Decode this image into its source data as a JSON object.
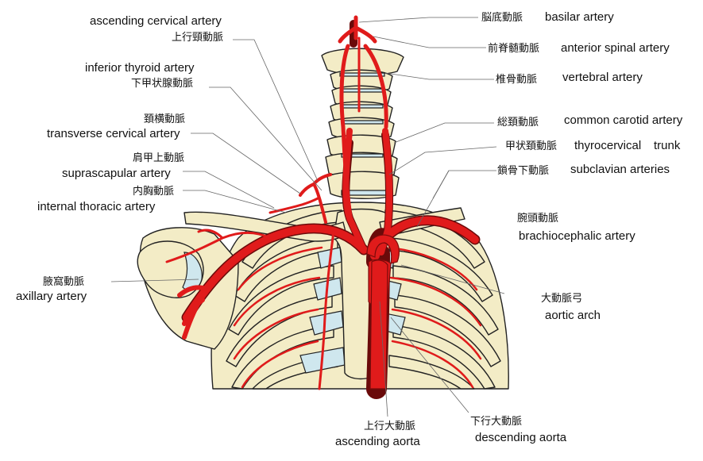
{
  "diagram": {
    "colors": {
      "artery": "#e01b1b",
      "artery_outline": "#6a0a0a",
      "bone": "#f3ecc6",
      "cartilage": "#cfe7ee",
      "leader": "#666666"
    },
    "labels": {
      "ascending_cervical": {
        "en": "ascending cervical artery",
        "ja": "上行頸動脈"
      },
      "inferior_thyroid": {
        "en": "inferior thyroid artery",
        "ja": "下甲状腺動脈"
      },
      "transverse_cervical": {
        "en": "transverse cervical artery",
        "ja": "頚横動脈"
      },
      "suprascapular": {
        "en": "suprascapular artery",
        "ja": "肩甲上動脈"
      },
      "internal_thoracic": {
        "en": "internal thoracic artery",
        "ja": "内胸動脈"
      },
      "axillary": {
        "en": "axillary artery",
        "ja": "腋窩動脈"
      },
      "basilar": {
        "en": "basilar artery",
        "ja": "脳底動脈"
      },
      "anterior_spinal": {
        "en": "anterior spinal artery",
        "ja": "前脊髄動脈"
      },
      "vertebral": {
        "en": "vertebral artery",
        "ja": "椎骨動脈"
      },
      "common_carotid": {
        "en": "common carotid artery",
        "ja": "総頚動脈"
      },
      "thyrocervical": {
        "en": "thyrocervical",
        "en2": "trunk",
        "ja": "甲状頚動脈"
      },
      "subclavian": {
        "en": "subclavian arteries",
        "ja": "鎖骨下動脈"
      },
      "brachiocephalic": {
        "en": "brachiocephalic artery",
        "ja": "腕頭動脈"
      },
      "aortic_arch": {
        "en": "aortic arch",
        "ja": "大動脈弓"
      },
      "ascending_aorta": {
        "en": "ascending aorta",
        "ja": "上行大動脈"
      },
      "descending_aorta": {
        "en": "descending aorta",
        "ja": "下行大動脈"
      }
    }
  }
}
